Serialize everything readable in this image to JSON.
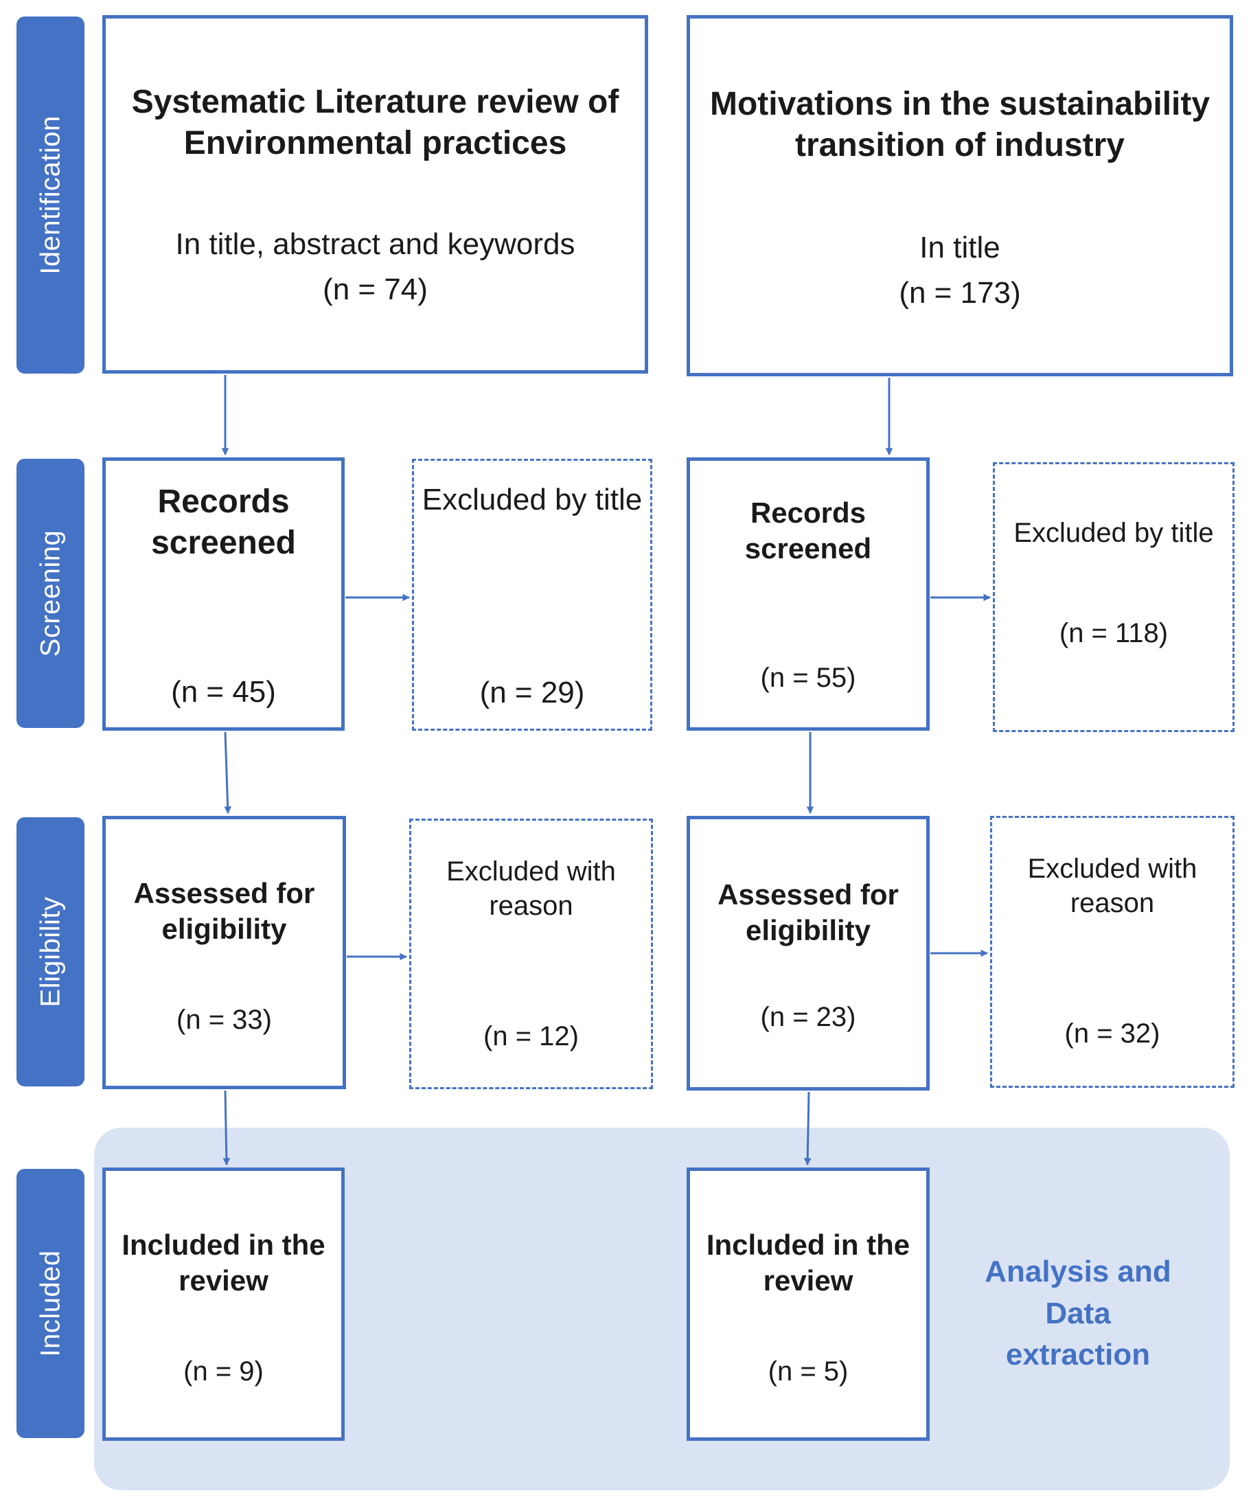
{
  "stages": [
    {
      "label": "Identification"
    },
    {
      "label": "Screening"
    },
    {
      "label": "Eligibility"
    },
    {
      "label": "Included"
    }
  ],
  "left": {
    "identification": {
      "title": "Systematic Literature review of Environmental practices",
      "scope": "In title, abstract and keywords",
      "count": "(n = 74)"
    },
    "screened": {
      "title": "Records screened",
      "count": "(n = 45)"
    },
    "excluded_title": {
      "title": "Excluded by title",
      "count": "(n = 29)"
    },
    "eligibility": {
      "title": "Assessed for eligibility",
      "count": "(n = 33)"
    },
    "excluded_reason": {
      "title": "Excluded with reason",
      "count": "(n = 12)"
    },
    "included": {
      "title": "Included in the review",
      "count": "(n = 9)"
    }
  },
  "right": {
    "identification": {
      "title": "Motivations in the sustainability transition of industry",
      "scope": "In title",
      "count": "(n = 173)"
    },
    "screened": {
      "title": "Records screened",
      "count": "(n = 55)"
    },
    "excluded_title": {
      "title": "Excluded by title",
      "count": "(n = 118)"
    },
    "eligibility": {
      "title": "Assessed for eligibility",
      "count": "(n = 23)"
    },
    "excluded_reason": {
      "title": "Excluded with reason",
      "count": "(n = 32)"
    },
    "included": {
      "title": "Included in the review",
      "count": "(n = 5)"
    }
  },
  "analysis_label": "Analysis and Data extraction",
  "colors": {
    "accent": "#4472c4",
    "included_zone": "#dae3f3"
  }
}
